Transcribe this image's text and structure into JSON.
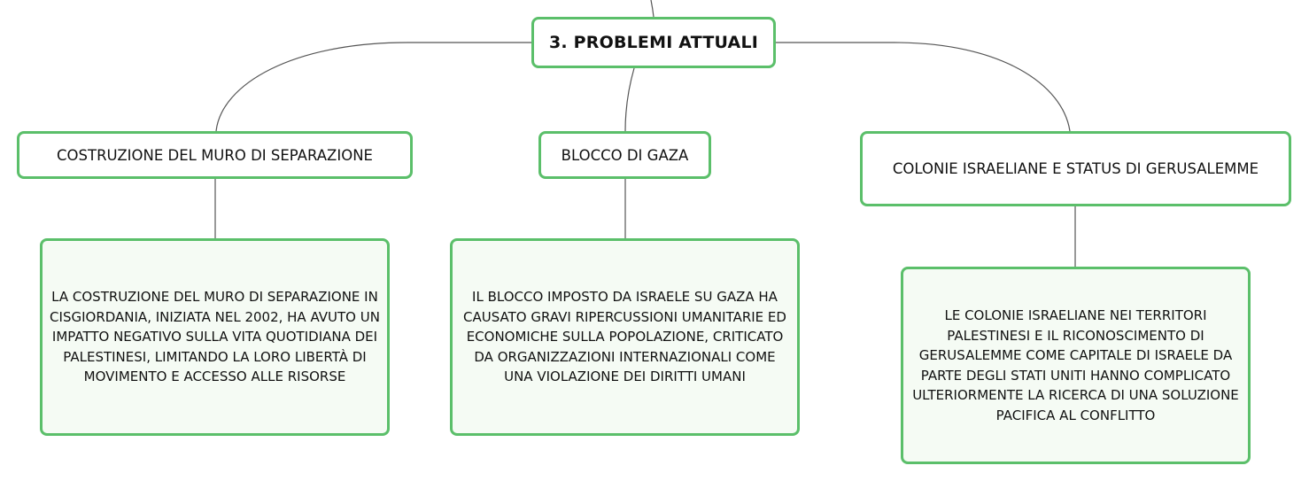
{
  "colors": {
    "border": "#5bbf6a",
    "leaf_fill": "#f5fbf4",
    "connector": "#555555"
  },
  "root": {
    "label": "3. PROBLEMI ATTUALI"
  },
  "branches": [
    {
      "label": "COSTRUZIONE DEL MURO DI SEPARAZIONE",
      "detail": "LA COSTRUZIONE DEL MURO DI SEPARAZIONE IN CISGIORDANIA, INIZIATA NEL 2002, HA AVUTO UN IMPATTO NEGATIVO SULLA VITA QUOTIDIANA DEI PALESTINESI, LIMITANDO LA LORO LIBERTÀ DI MOVIMENTO E ACCESSO ALLE RISORSE"
    },
    {
      "label": "BLOCCO DI GAZA",
      "detail": "IL BLOCCO IMPOSTO DA ISRAELE SU GAZA HA CAUSATO GRAVI RIPERCUSSIONI UMANITARIE ED ECONOMICHE SULLA POPOLAZIONE, CRITICATO DA ORGANIZZAZIONI INTERNAZIONALI COME UNA VIOLAZIONE DEI DIRITTI UMANI"
    },
    {
      "label": "COLONIE ISRAELIANE E STATUS DI GERUSALEMME",
      "detail": "LE COLONIE ISRAELIANE NEI TERRITORI PALESTINESI E IL RICONOSCIMENTO DI GERUSALEMME COME CAPITALE DI ISRAELE DA PARTE DEGLI STATI UNITI HANNO COMPLICATO ULTERIORMENTE LA RICERCA DI UNA SOLUZIONE PACIFICA AL CONFLITTO"
    }
  ]
}
